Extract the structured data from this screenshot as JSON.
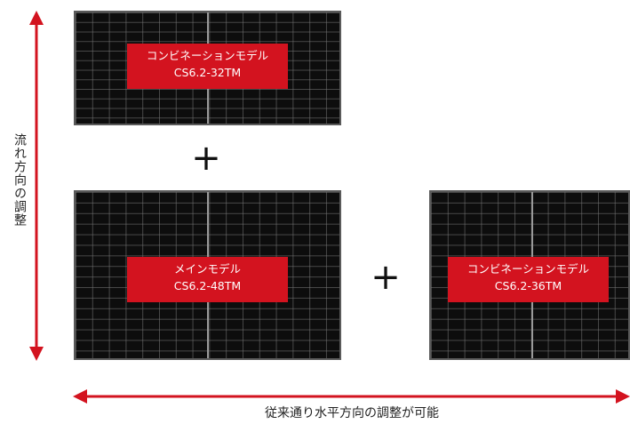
{
  "panels": {
    "top": {
      "name_line": "コンビネーションモデル",
      "model_line": "CS6.2-32TM"
    },
    "main": {
      "name_line": "メインモデル",
      "model_line": "CS6.2-48TM"
    },
    "right": {
      "name_line": "コンビネーションモデル",
      "model_line": "CS6.2-36TM"
    }
  },
  "plus_symbol": "+",
  "axis_labels": {
    "vertical": "流れ方向の調整",
    "horizontal": "従来通り水平方向の調整が可能"
  },
  "colors": {
    "label_background": "#d3131f",
    "arrow": "#d3131f",
    "panel": "#0d0d0d"
  }
}
